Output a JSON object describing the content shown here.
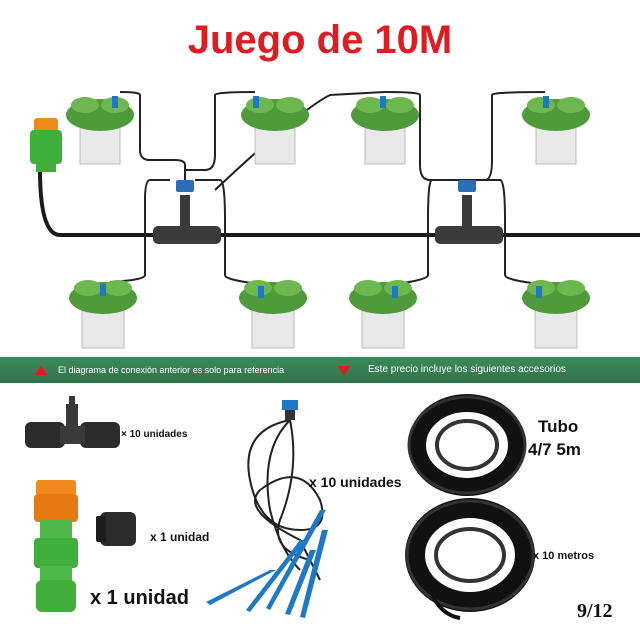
{
  "title": "Juego de 10M",
  "banner": {
    "left_text": "El diagrama de conexión anterior es solo para referencia",
    "right_text": "Este precio incluye los siguientes accesorios"
  },
  "items": {
    "tee_qty": "× 10 unidades",
    "connector_qty": "x 1 unidad",
    "end_plug_qty": "x 1 unidad",
    "drippers_qty": "x 10 unidades",
    "tube_label_line1": "Tubo",
    "tube_label_line2": "4/7 5m",
    "micro_tube_qty": "x 10 metros"
  },
  "page_indicator": "9/12",
  "colors": {
    "title": "#e01b22",
    "banner": "#3e8a5c",
    "tube": "#1a1a1a",
    "dripper_blue": "#1e78c8",
    "connector_green": "#3fae3a",
    "connector_orange": "#f08a1c"
  }
}
